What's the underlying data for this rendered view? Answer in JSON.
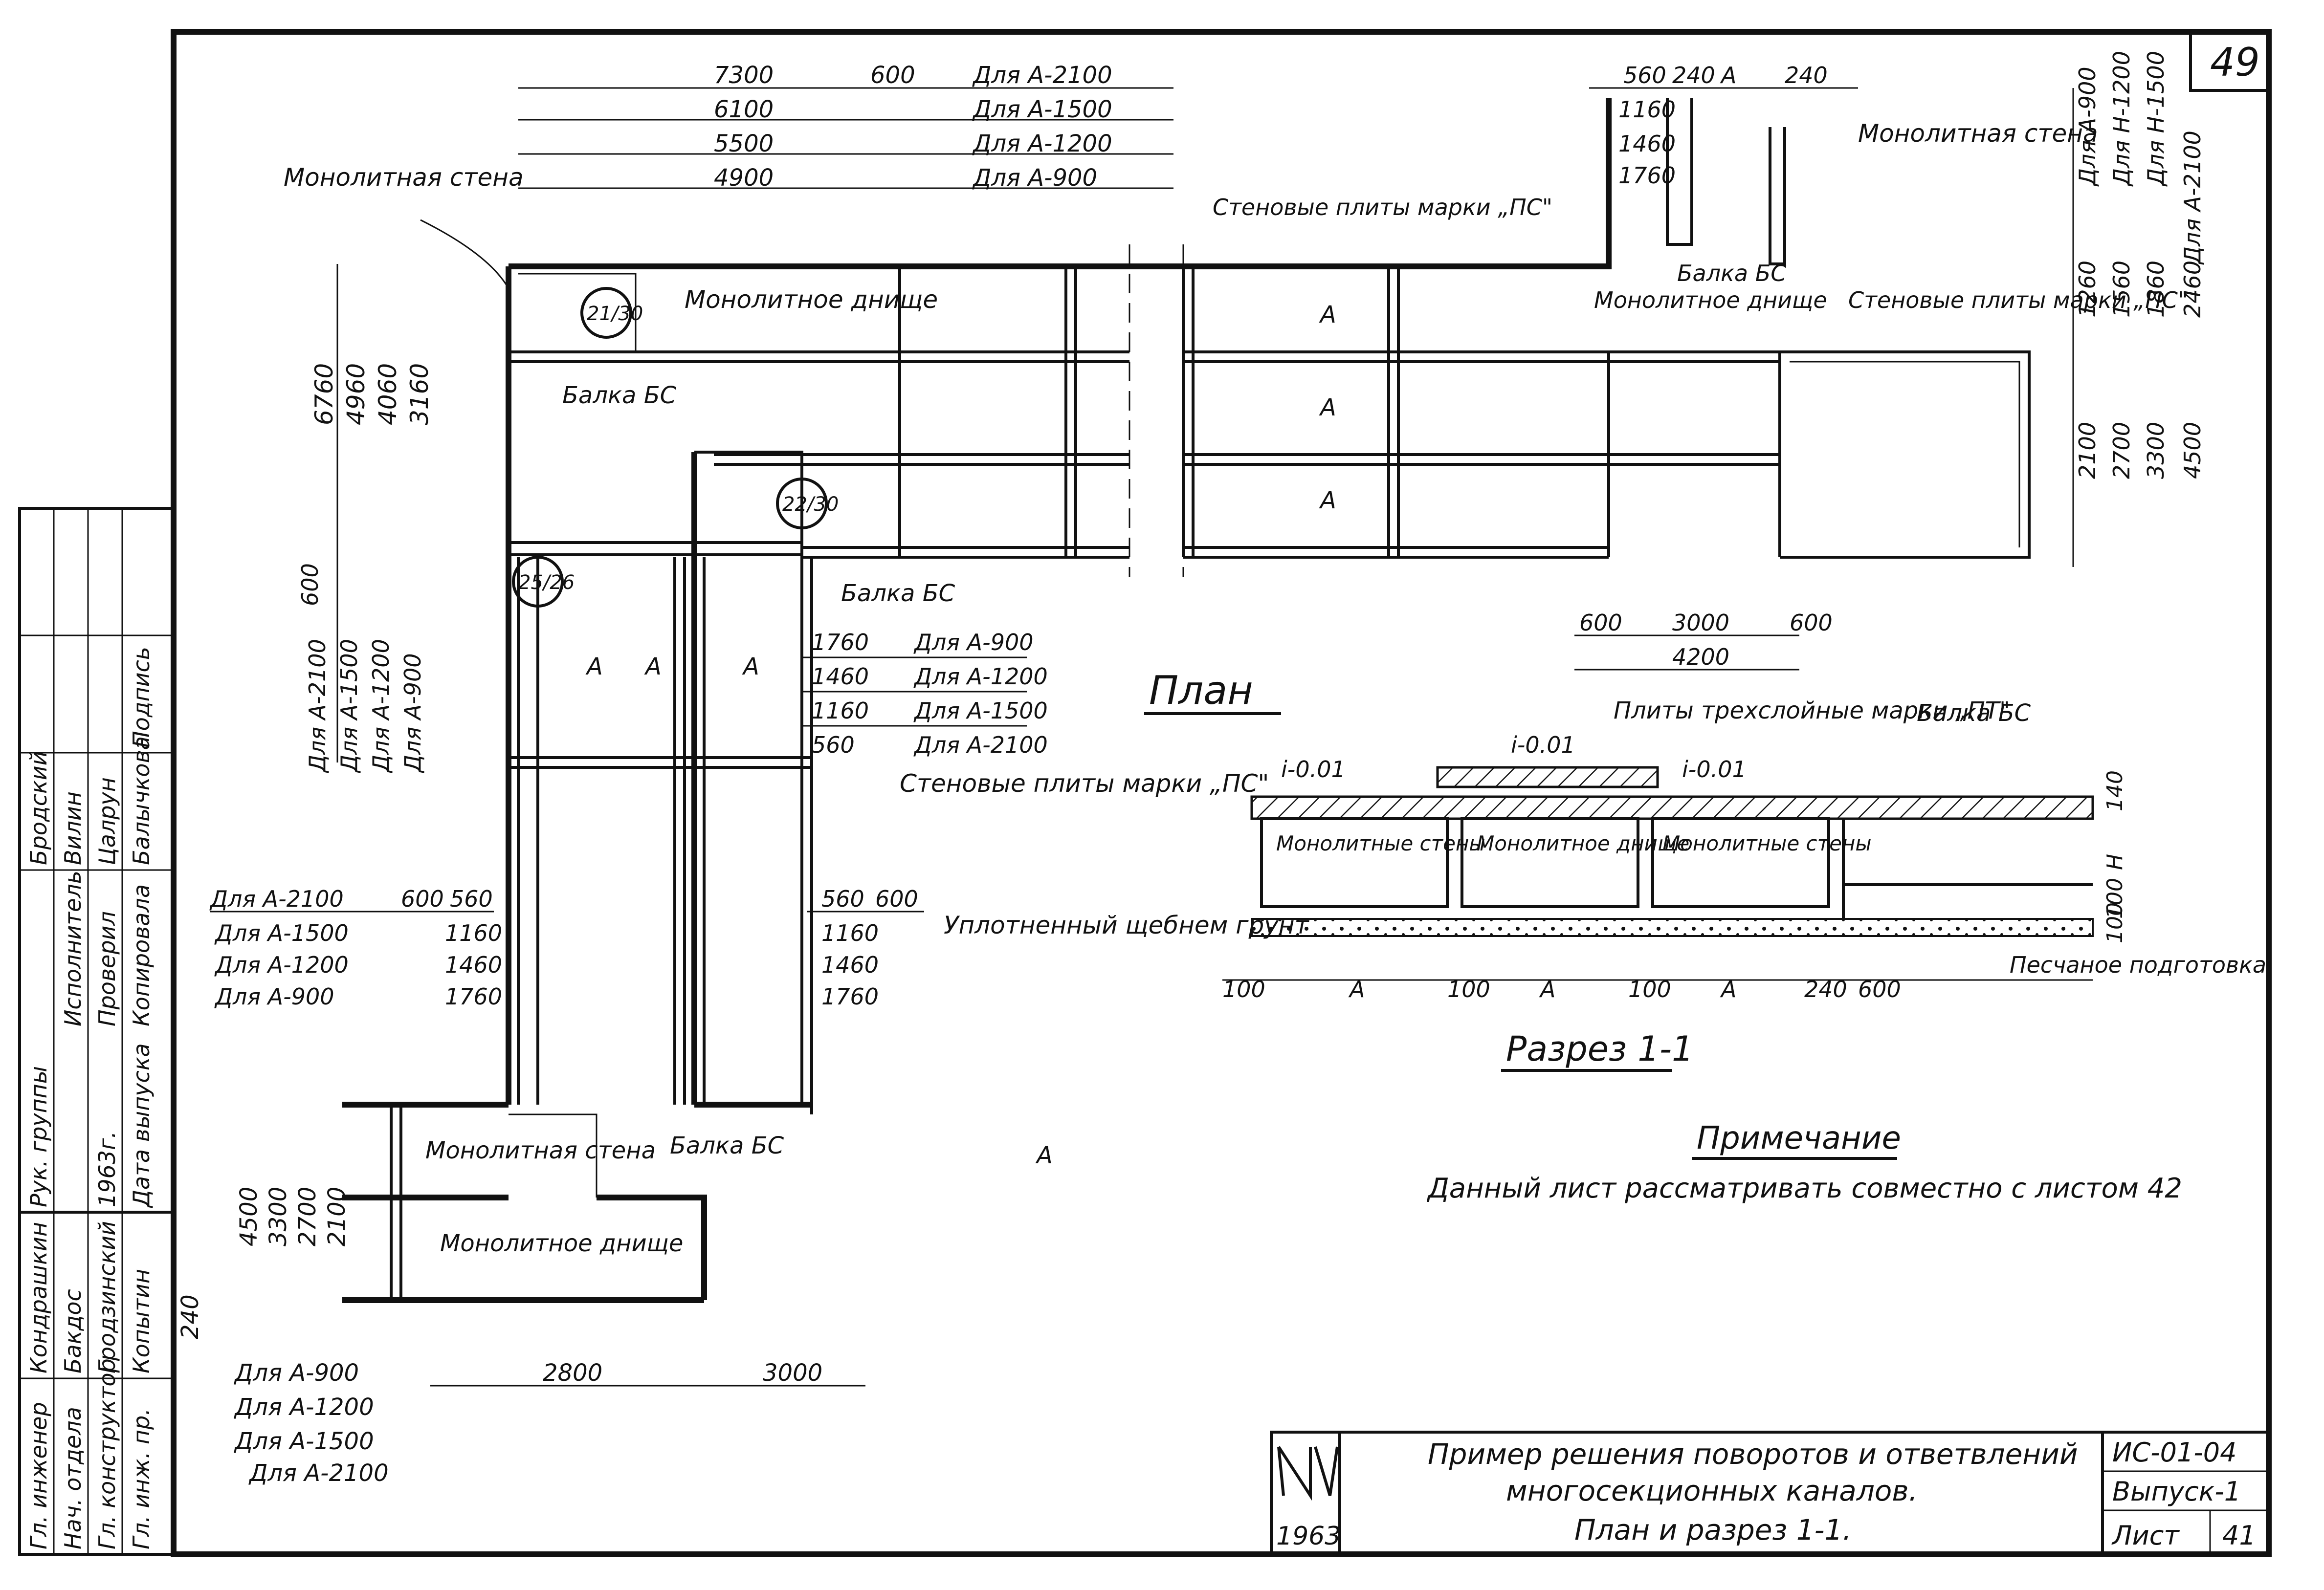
{
  "sheet": {
    "page_number": "49",
    "view_title": "План",
    "section_title": "Разрез 1-1",
    "note_title": "Примечание",
    "note_text": "Данный лист рассматривать совместно с листом 42"
  },
  "title_block": {
    "title_line1": "Пример решения поворотов и ответвлений",
    "title_line2": "многосекционных каналов.",
    "title_line3": "План и разрез 1-1.",
    "code": "ИС-01-04",
    "issue": "Выпуск-1",
    "sheet_label": "Лист",
    "sheet_no": "41",
    "year": "1963"
  },
  "stamp": {
    "rows": [
      {
        "role": "Гл. инженер",
        "name": "Кондрашкин"
      },
      {
        "role": "Нач. отдела",
        "name": "Бакдос"
      },
      {
        "role": "Гл. конструктор",
        "name": "Гродзинский"
      },
      {
        "role": "Гл. инж. пр.",
        "name": "Копытин"
      },
      {
        "role": "Дата выпуска",
        "name": "1963г."
      },
      {
        "role": "Рук. группы",
        "name": "Бродский"
      },
      {
        "role": "Исполнитель",
        "name": "Вилин"
      },
      {
        "role": "Проверил",
        "name": "Цалрун"
      },
      {
        "role": "Копировала",
        "name": "Балычкова"
      }
    ],
    "signature_header": "Подпись"
  },
  "labels": {
    "monolithic_wall": "Монолитная стена",
    "monolithic_bottom": "Монолитное днище",
    "wall_plates_ps": "Стеновые плиты марки „ПС\"",
    "beam_bs": "Балка БС",
    "compacted_soil": "Уплотненный щебнем грунт",
    "sand_prep": "Песчаное подготовка",
    "three_layer_plates": "Плиты трехслойные марки „ПТ\"",
    "monolithic_walls": "Монолитные стены",
    "slope1": "i-0.01",
    "slope2": "i-0.01",
    "slope3": "i-0.01",
    "A": "А",
    "H": "Н",
    "callout_1": "21/30",
    "callout_2": "22/30",
    "callout_3": "25/26"
  },
  "top_dims": {
    "lengths": [
      "7300",
      "6100",
      "5500",
      "4900"
    ],
    "small": "600",
    "variants": [
      "Для А-2100",
      "Для А-1500",
      "Для А-1200",
      "Для А-900"
    ]
  },
  "right_dims": {
    "top_row": [
      "560",
      "240",
      "А",
      "240"
    ],
    "column": [
      "1160",
      "1460",
      "1760"
    ],
    "vertical_labels": [
      "Для А-900",
      "Для Н-1200",
      "Для Н-1500",
      "Для А-2100"
    ],
    "stack": [
      "1260",
      "1560",
      "1860",
      "2460"
    ],
    "stack2": [
      "2100",
      "2700",
      "3300",
      "4500"
    ],
    "bottom": [
      "600",
      "3000",
      "600",
      "4200"
    ]
  },
  "left_dims": {
    "vertical": [
      "6760",
      "4960",
      "4060",
      "3160"
    ],
    "variants": [
      "Для А-2100",
      "Для А-1500",
      "Для А-1200",
      "Для А-900"
    ],
    "small": "600"
  },
  "mid_dims": {
    "column": [
      "1760",
      "1460",
      "1160",
      "560"
    ],
    "variants": [
      "Для А-900",
      "Для А-1200",
      "Для А-1500",
      "Для А-2100"
    ]
  },
  "lower_left_dims": {
    "variants": [
      "Для А-2100",
      "Для А-1500",
      "Для А-1200",
      "Для А-900"
    ],
    "cols": [
      "600",
      "560",
      "1160",
      "1460",
      "1760"
    ],
    "right_cols": [
      "560",
      "600",
      "1160",
      "1460",
      "1760"
    ]
  },
  "bottom_dims": {
    "variants": [
      "Для А-900",
      "Для А-1200",
      "Для А-1500",
      "Для А-2100"
    ],
    "v1": "2800",
    "v2": "3000",
    "stack": [
      "4500",
      "3300",
      "2700",
      "2100"
    ],
    "mark_240": "240"
  },
  "section_dims": {
    "bottom_row": [
      "100",
      "А",
      "100",
      "А",
      "100",
      "А",
      "240",
      "600"
    ],
    "right": [
      "140",
      "Н",
      "100",
      "100"
    ]
  }
}
